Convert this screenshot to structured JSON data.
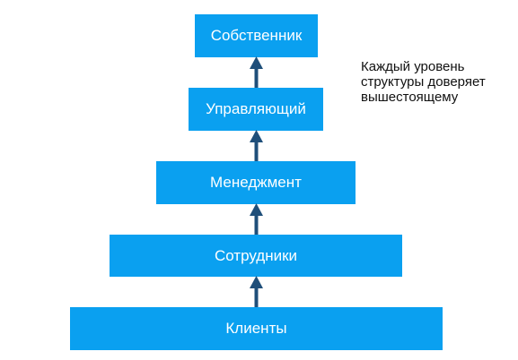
{
  "levels": [
    {
      "label": "Собственник"
    },
    {
      "label": "Управляющий"
    },
    {
      "label": "Менеджмент"
    },
    {
      "label": "Сотрудники"
    },
    {
      "label": "Клиенты"
    }
  ],
  "annotation": "Каждый уровень\nструктуры доверяет\nвышестоящему",
  "colors": {
    "box": "#0aa0f0",
    "arrow": "#1f4f7a",
    "text": "#ffffff"
  }
}
